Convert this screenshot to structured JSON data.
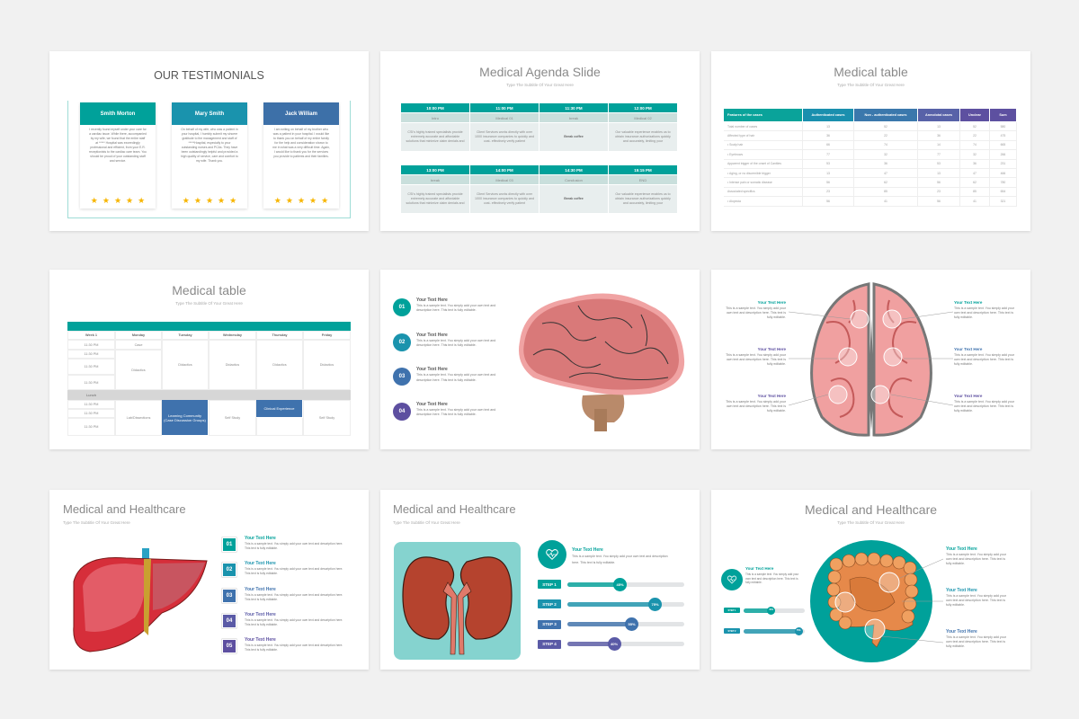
{
  "colors": {
    "teal": "#00a19a",
    "cyan": "#1a93ad",
    "blue": "#3f72ad",
    "indigo": "#5a5aa6",
    "purple": "#5d4fa0",
    "background": "#f1f1f1"
  },
  "testimonials": {
    "title": "OUR TESTIMONIALS",
    "rating": 5,
    "cards": [
      {
        "name": "Smith Morton",
        "text": "I recently found myself under your care for a cardiac issue. While there, accompanied by my wife, we found that the entire staff at ***** Hospital was exceedingly professional and efficient, from your E.R. receptionists to the cardiac care team. You should be proud of your outstanding staff and service."
      },
      {
        "name": "Mary Smith",
        "text": "On behalf of my wife, who was a patient in your hospital, I humbly submit my sincere gratitude to the management and staff of *****Hospital, especially to your outstanding nurses and PCAs. They have been outstandingly helpful and provided a high quality of service, care and comfort to my wife. Thank you."
      },
      {
        "name": "Jack William",
        "text": "I am writing on behalf of my brother who was a patient in your hospital. I would like to thank you on behalf of my entire family for the help and consideration shown to me in what was a very difficult time. Again, I would like to thank you for the services you provide to patients and their families."
      }
    ]
  },
  "agenda": {
    "title": "Medical Agenda Slide",
    "subtitle": "Type The Subtitle Of Your Great Here",
    "tables": [
      {
        "times": [
          "10:00 PM",
          "11:00 PM",
          "11:30 PM",
          "12:00 PM"
        ],
        "labels": [
          "Intro",
          "Medical 01",
          "break",
          "Medical 02"
        ],
        "texts": [
          "CSI's highly trained specialists provide extremely accurate and affordable solutions that minimize claim denials and",
          "Client Services works directly with over 1000 insurance companies to quickly and cost- effectively verify patient",
          "Break coffee",
          "Our valuable experience enables us to obtain insurance authorizations quickly and accurately, limiting your"
        ]
      },
      {
        "times": [
          "13:00 PM",
          "14:00 PM",
          "14:30 PM",
          "15:15 PM"
        ],
        "labels": [
          "break",
          "Medical 03",
          "Conclusion",
          "END"
        ],
        "texts": [
          "CSI's highly trained specialists provide extremely accurate and affordable solutions that minimize claim denials and",
          "Client Services works directly with over 1000 insurance companies to quickly and cost- effectively verify patient",
          "Break coffee",
          "Our valuable experience enables us to obtain insurance authorizations quickly and accurately, limiting your"
        ]
      }
    ]
  },
  "cases_table": {
    "title": "Medical table",
    "subtitle": "Type The Subtitle Of Your Great Here",
    "headers": [
      "Features of the cases",
      "Authenticated cases",
      "Non - authenticated cases",
      "Anecdotal cases",
      "Unclear",
      "Sum"
    ],
    "rows": [
      [
        "Total number of cases",
        "13",
        "52",
        "13",
        "52",
        "580"
      ],
      [
        "Affected type of hair",
        "36",
        "22",
        "36",
        "22",
        "475"
      ],
      [
        "•   Scalp hair",
        "66",
        "74",
        "14",
        "74",
        "665"
      ],
      [
        "•   Eyebrows",
        "77",
        "32",
        "77",
        "32",
        "266"
      ],
      [
        "Apparent trigger of the onset of Canities",
        "53",
        "36",
        "53",
        "36",
        "231"
      ],
      [
        "•   Aging, or no discernible trigger",
        "13",
        "47",
        "13",
        "47",
        "466"
      ],
      [
        "•   Intense pain or somatic disease",
        "56",
        "62",
        "56",
        "62",
        "780"
      ],
      [
        "Associated specifics",
        "23",
        "85",
        "23",
        "85",
        "654"
      ],
      [
        "•   Alopecia",
        "56",
        "41",
        "56",
        "41",
        "321"
      ]
    ]
  },
  "schedule": {
    "title": "Medical table",
    "subtitle": "Type The Subtitle Of Your Great Here",
    "headers": [
      "Week 1",
      "Monday",
      "Tuesday",
      "Wednesday",
      "Thursday",
      "Friday"
    ],
    "times": [
      "11:30 PM",
      "11:30 PM",
      "11:30 PM",
      "11:30 PM",
      "11:30 PM",
      "11:30 PM",
      "11:30 PM"
    ],
    "lunch": "Lunch",
    "case": "Case",
    "didactics": "Didactics",
    "lab": "Lab/Dissections",
    "learning": "Learning Community (Case Discussion Groups)",
    "self_study": "Self Study",
    "clinical": "Clinical Experience"
  },
  "brain_side": {
    "items": [
      {
        "num": "01",
        "title": "Your Text Here",
        "text": "This is a sample text. You simply add your own text and description here. This text is fully editable."
      },
      {
        "num": "02",
        "title": "Your Text Here",
        "text": "This is a sample text. You simply add your own text and description here. This text is fully editable."
      },
      {
        "num": "03",
        "title": "Your Text Here",
        "text": "This is a sample text. You simply add your own text and description here. This text is fully editable."
      },
      {
        "num": "04",
        "title": "Your Text Here",
        "text": "This is a sample text. You simply add your own text and description here. This text is fully editable."
      }
    ]
  },
  "brain_top": {
    "items": [
      {
        "title": "Your Text Here",
        "text": "This is a sample text. You simply add your own text and description here. This text is fully editable."
      },
      {
        "title": "Your Text Here",
        "text": "This is a sample text. You simply add your own text and description here. This text is fully editable."
      },
      {
        "title": "Your Text Here",
        "text": "This is a sample text. You simply add your own text and description here. This text is fully editable."
      },
      {
        "title": "Your Text Here",
        "text": "This is a sample text. You simply add your own text and description here. This text is fully editable."
      },
      {
        "title": "Your Text Here",
        "text": "This is a sample text. You simply add your own text and description here. This text is fully editable."
      },
      {
        "title": "Your Text Here",
        "text": "This is a sample text. You simply add your own text and description here. This text is fully editable."
      }
    ]
  },
  "liver": {
    "title": "Medical and Healthcare",
    "subtitle": "Type The Subtitle Of Your Great Here",
    "items": [
      {
        "num": "01",
        "title": "Your Text Here",
        "text": "This is a sample text. You simply add your own text and description here. This text is fully editable."
      },
      {
        "num": "02",
        "title": "Your Text Here",
        "text": "This is a sample text. You simply add your own text and description here. This text is fully editable."
      },
      {
        "num": "03",
        "title": "Your Text Here",
        "text": "This is a sample text. You simply add your own text and description here. This text is fully editable."
      },
      {
        "num": "04",
        "title": "Your Text Here",
        "text": "This is a sample text. You simply add your own text and description here. This text is fully editable."
      },
      {
        "num": "05",
        "title": "Your Text Here",
        "text": "This is a sample text. You simply add your own text and description here. This text is fully editable."
      }
    ]
  },
  "kidney": {
    "title": "Medical and Healthcare",
    "subtitle": "Type The Subtitle Of Your Great Here",
    "icon": "heart-pulse-icon",
    "heading": "Your Text Here",
    "text": "This is a sample text. You simply add your own text and description here. This text is fully editable.",
    "steps": [
      {
        "label": "STEP 1",
        "percent": 45,
        "text": "45%"
      },
      {
        "label": "STEP 2",
        "percent": 75,
        "text": "75%"
      },
      {
        "label": "STEP 3",
        "percent": 55,
        "text": "55%"
      },
      {
        "label": "STEP 4",
        "percent": 40,
        "text": "40%"
      }
    ]
  },
  "intestine": {
    "title": "Medical and Healthcare",
    "subtitle": "Type The Subtitle Of Your Great Here",
    "icon": "heart-pulse-icon",
    "heading": "Your Text Here",
    "text": "This is a sample text. You simply add your own text and description here. This text is fully editable.",
    "steps": [
      {
        "label": "STEP 1",
        "percent": 45,
        "text": "45%"
      },
      {
        "label": "STEP 2",
        "percent": 90,
        "text": "75%"
      }
    ],
    "items": [
      {
        "title": "Your Text Here",
        "text": "This is a sample text. You simply add your own text and description here. This text is fully editable."
      },
      {
        "title": "Your Text Here",
        "text": "This is a sample text. You simply add your own text and description here. This text is fully editable."
      },
      {
        "title": "Your Text Here",
        "text": "This is a sample text. You simply add your own text and description here. This text is fully editable."
      }
    ]
  }
}
